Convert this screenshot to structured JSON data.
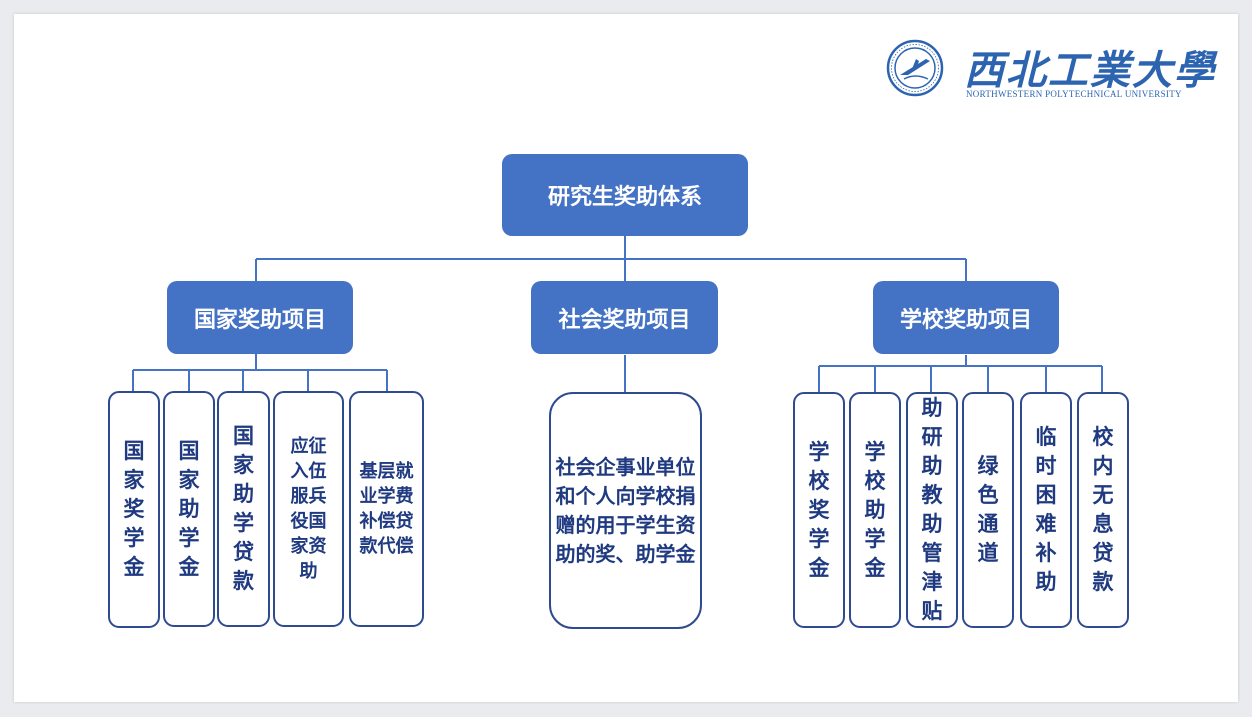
{
  "university": {
    "name_cn": "西北工業大學",
    "name_en": "NORTHWESTERN POLYTECHNICAL UNIVERSITY"
  },
  "root": "研究生奖助体系",
  "categories": [
    {
      "label": "国家奖助项目",
      "items": [
        "国家奖学金",
        "国家助学金",
        "国家助学贷款",
        "应征入伍服兵役国家资助",
        "基层就业学费补偿贷款代偿"
      ]
    },
    {
      "label": "社会奖助项目",
      "items": [
        "社会企事业单位和个人向学校捐赠的用于学生资助的奖、助学金"
      ]
    },
    {
      "label": "学校奖助项目",
      "items": [
        "学校奖学金",
        "学校助学金",
        "助研助教助管津贴",
        "绿色通道",
        "临时困难补助",
        "校内无息贷款"
      ]
    }
  ],
  "colors": {
    "box_fill": "#4472c4",
    "leaf_border": "#2f4b8f",
    "leaf_text": "#1f3a80",
    "line": "#4472c4"
  }
}
